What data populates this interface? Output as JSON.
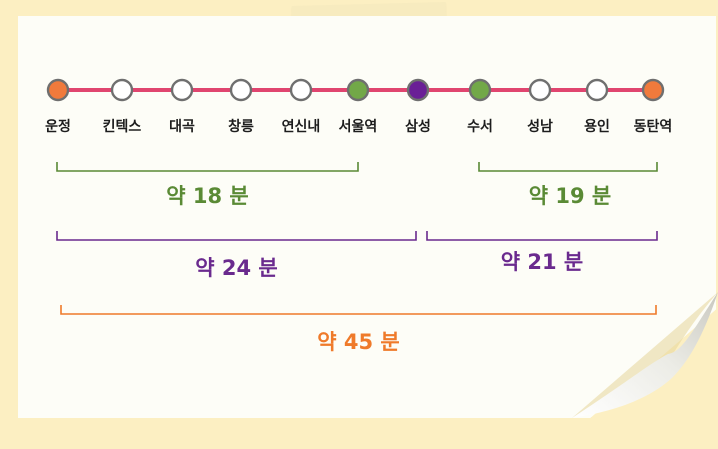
{
  "colors": {
    "background": "#fcefc2",
    "paper": "#fdfdf7",
    "line": "#e0456f",
    "terminal": "#f07a3c",
    "transfer_green": "#72a848",
    "transfer_purple": "#6a1f96",
    "regular": "#ffffff",
    "bracket_green": "#5a8a35",
    "bracket_purple": "#6a2a8e",
    "bracket_orange": "#ef7a2a"
  },
  "stations": [
    {
      "name": "운정",
      "type": "terminal"
    },
    {
      "name": "킨텍스",
      "type": "regular"
    },
    {
      "name": "대곡",
      "type": "regular"
    },
    {
      "name": "창릉",
      "type": "regular"
    },
    {
      "name": "연신내",
      "type": "regular"
    },
    {
      "name": "서울역",
      "type": "transfer_green"
    },
    {
      "name": "삼성",
      "type": "transfer_purple"
    },
    {
      "name": "수서",
      "type": "transfer_green"
    },
    {
      "name": "성남",
      "type": "regular"
    },
    {
      "name": "용인",
      "type": "regular"
    },
    {
      "name": "동탄역",
      "type": "terminal"
    }
  ],
  "segments": [
    {
      "from": 0,
      "to": 5,
      "label": "약 18 분",
      "color": "bracket_green",
      "row": 0
    },
    {
      "from": 7,
      "to": 10,
      "label": "약 19 분",
      "color": "bracket_green",
      "row": 0
    },
    {
      "from": 0,
      "to": 6,
      "label": "약 24 분",
      "color": "bracket_purple",
      "row": 1
    },
    {
      "from": 6,
      "to": 10,
      "label": "약 21 분",
      "color": "bracket_purple",
      "row": 1
    },
    {
      "from": 0,
      "to": 10,
      "label": "약 45 분",
      "color": "bracket_orange",
      "row": 2
    }
  ]
}
